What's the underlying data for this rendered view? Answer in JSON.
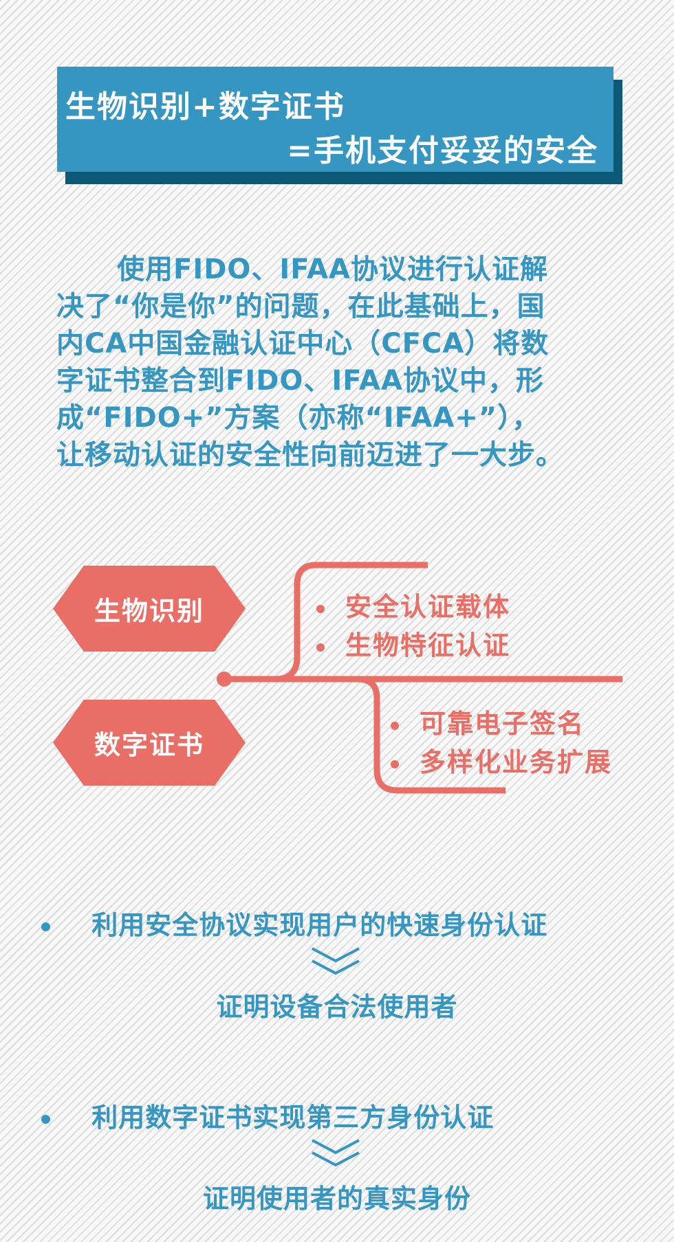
{
  "banner": {
    "line1": "生物识别+数字证书",
    "line2": "=手机支付妥妥的安全"
  },
  "intro": {
    "lines": [
      "使用FIDO、IFAA协议进行认证解",
      "决了“你是你”的问题，在此基础上，国",
      "内CA中国金融认证中心（CFCA）将数",
      "字证书整合到FIDO、IFAA协议中，形",
      "成“FIDO+”方案（亦称“IFAA+”），",
      "让移动认证的安全性向前迈进了一大步。"
    ]
  },
  "diagram": {
    "nodes": [
      {
        "label": "生物识别",
        "features": [
          "安全认证载体",
          "生物特征认证"
        ]
      },
      {
        "label": "数字证书",
        "features": [
          "可靠电子签名",
          "多样化业务扩展"
        ]
      }
    ]
  },
  "points": [
    {
      "text": "利用安全协议实现用户的快速身份认证",
      "result": "证明设备合法使用者",
      "icon": "double-chevron-down-icon"
    },
    {
      "text": "利用数字证书实现第三方身份认证",
      "result": "证明使用者的真实身份",
      "icon": "double-chevron-down-icon"
    }
  ],
  "colors": {
    "blue": "#3596c2",
    "dark_blue": "#0e5877",
    "coral": "#e86e66"
  }
}
